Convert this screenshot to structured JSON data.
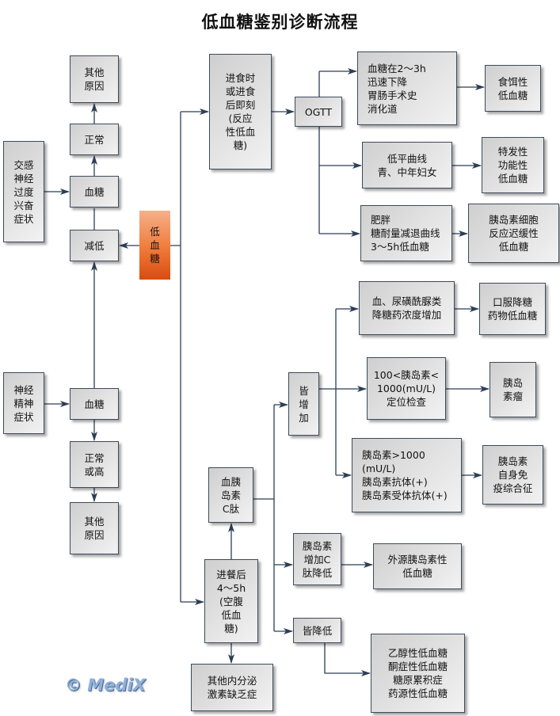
{
  "title": "低血糖鉴别诊断流程",
  "watermark": "© MediX",
  "colors": {
    "line": "#2d3e55",
    "box_border": "#3c4a5c",
    "accent": "#f07a3a"
  },
  "nodes": {
    "other_cause_top": "其他\n原因",
    "normal_top": "正常",
    "blood_sugar_top": "血糖",
    "decreased": "减低",
    "sympathetic": "交感\n神经\n过度\n兴奋\n症状",
    "hypoglycemia": "低\n血\n糖",
    "neuropsych": "神经\n精神\n症状",
    "blood_sugar_bottom": "血糖",
    "normal_or_high": "正常\n或高",
    "other_cause_bottom": "其他\n原因",
    "reactive": "进食时\n或进食\n后即刻\n(反应\n性低血\n糖)",
    "ogtt": "OGTT",
    "rapid_drop": "血糖在2～3h\n  迅速下降\n胃肠手术史\n消化道",
    "alimentary": "食饵性\n低血糖",
    "flat_curve": "低平曲线\n青、中年妇女",
    "idiopathic": "特发性\n功能性\n低血糖",
    "obesity": "肥胖\n糖耐量减退曲线\n3～5h低血糖",
    "delayed_islet": "胰岛素细胞\n反应迟缓性\n低血糖",
    "both_increase": "皆\n增\n加",
    "sulfonylurea": "血、尿磺酰脲类\n降糖药浓度增加",
    "oral_drug": "口服降糖\n药物低血糖",
    "insulin_range": "100<胰岛素<\n1000(mU/L)\n定位检查",
    "insulinoma": "胰岛\n素瘤",
    "insulin_high": "胰岛素>1000\n (mU/L)\n胰岛素抗体(+)\n胰岛素受体抗体(+)",
    "autoimmune": "胰岛素\n自身免\n疫综合征",
    "insulin_cpeptide": "血胰\n岛素\nC肽",
    "fasting": "进餐后\n4～5h\n(空腹\n低血\n糖)",
    "endocrine": "其他内分泌\n激素缺乏症",
    "insulin_up_c_down": "胰岛素\n增加C\n肽降低",
    "exogenous": "外源胰岛素性\n低血糖",
    "both_decrease": "皆降低",
    "other_types": "乙醇性低血糖\n酮症性低血糖\n糖原累积症\n药源性低血糖"
  }
}
